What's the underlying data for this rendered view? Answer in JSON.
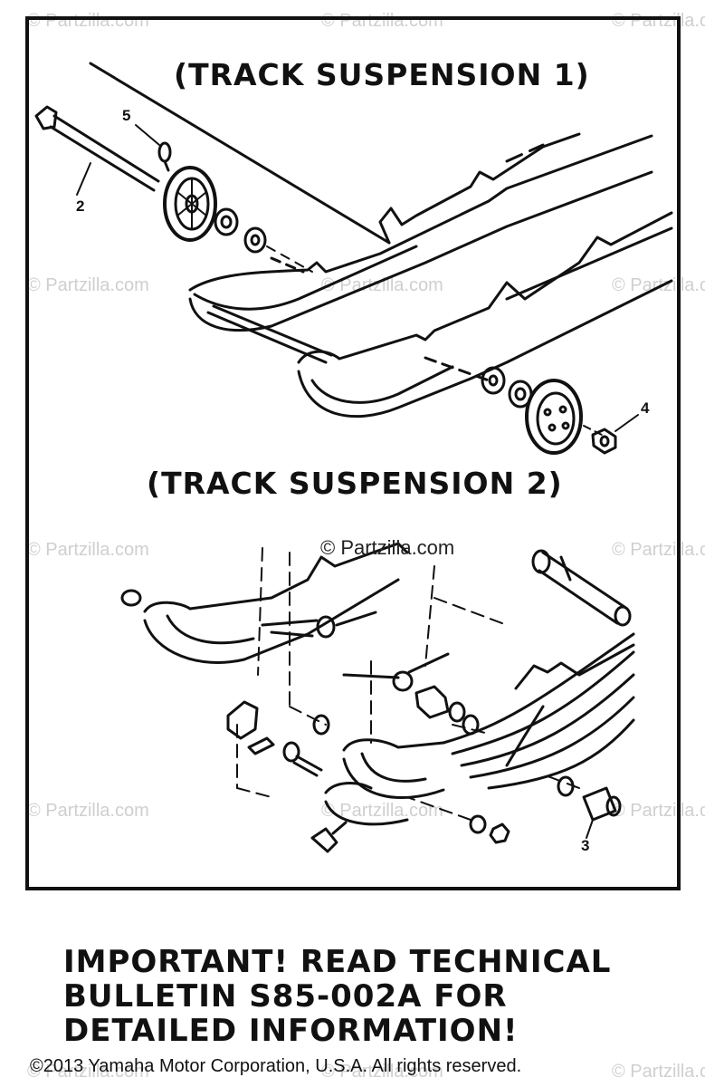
{
  "titles": {
    "suspension_1": "(TRACK SUSPENSION 1)",
    "suspension_2": "(TRACK SUSPENSION 2)"
  },
  "callouts": {
    "c2": "2",
    "c3": "3",
    "c4": "4",
    "c5": "5"
  },
  "watermark": {
    "text": "© Partzilla.com",
    "center_text": "© Partzilla.com"
  },
  "notice": {
    "line1": "IMPORTANT! READ TECHNICAL",
    "line2": "BULLETIN S85-002A FOR",
    "line3": "DETAILED INFORMATION!"
  },
  "copyright": "©2013 Yamaha Motor Corporation, U.S.A. All rights reserved."
}
